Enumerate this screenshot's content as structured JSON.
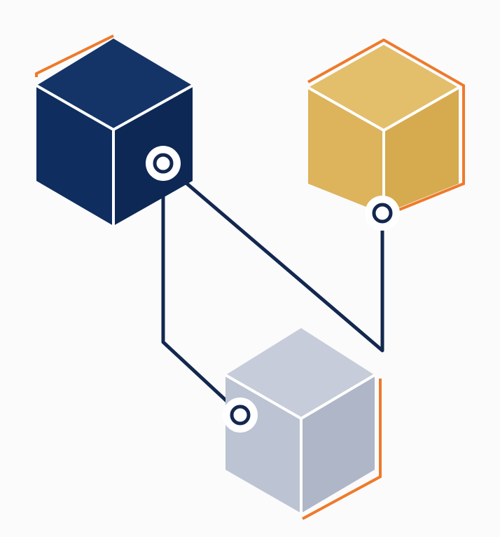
{
  "colors": {
    "background": "#fbfbfc",
    "navy": "#0f2d5e",
    "navy_top": "#143468",
    "navy_side": "#0d2854",
    "gold": "#ddb35c",
    "gold_top": "#e3bf6c",
    "gold_side": "#d6aa4e",
    "silver": "#bcc3d2",
    "silver_top": "#c6ccd9",
    "silver_side": "#aeb6c8",
    "edge_highlight": "#ffffff",
    "accent_orange": "#ee7a2b",
    "connector_line": "#13284f"
  },
  "nodes": [
    {
      "id": "navy-block",
      "color": "navy",
      "icon": "cube-icon"
    },
    {
      "id": "gold-block",
      "color": "gold",
      "icon": "cube-icon"
    },
    {
      "id": "silver-block",
      "color": "silver",
      "icon": "cube-icon"
    }
  ],
  "connections": [
    {
      "from": "navy-block",
      "to": "silver-block"
    },
    {
      "from": "navy-block",
      "to": "gold-block"
    }
  ]
}
